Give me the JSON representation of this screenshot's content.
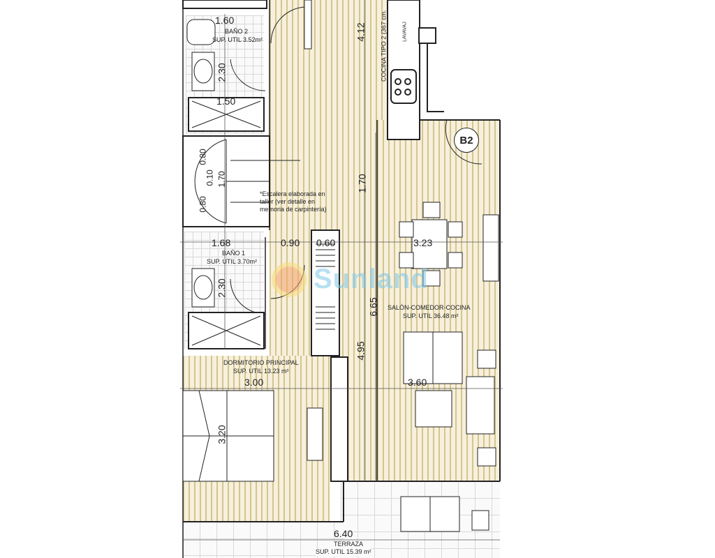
{
  "rooms": {
    "bano2": {
      "name": "BAÑO 2",
      "area": "SUP. UTIL 3.52m²"
    },
    "bano1": {
      "name": "BAÑO 1",
      "area": "SUP. UTIL 3.70m²"
    },
    "dormitorio": {
      "name": "DORMITORIO PRINCIPAL",
      "area": "SUP. UTIL 13.23 m²"
    },
    "salon": {
      "name": "SALÓN-COMEDOR-COCINA",
      "area": "SUP. UTIL 36.48 m²"
    },
    "terraza": {
      "name": "TERRAZA",
      "area": "SUP. UTIL 15.39 m²"
    },
    "cocina": {
      "name": "COCINA TIPO 2 (367 cm."
    }
  },
  "dimensions": {
    "d160": "1.60",
    "d230a": "2.30",
    "d150": "1.50",
    "d080a": "0.80",
    "d010": "0.10",
    "d170s": "1.70",
    "d080b": "0.80",
    "d168": "1.68",
    "d090": "0.90",
    "d060": "0.60",
    "d230b": "2.30",
    "d412": "4.12",
    "d170": "1.70",
    "d323": "3.23",
    "d665": "6.65",
    "d495": "4.95",
    "d360": "3.60",
    "d300": "3.00",
    "d320": "3.20",
    "d640": "6.40"
  },
  "stair_note": [
    "*Escalera elaborada en",
    "taller (ver detalle en",
    "memoria de carpintería)"
  ],
  "unit_badge": "B2",
  "appliance_label": "LAVAVAJ",
  "watermark": "Sunland",
  "colors": {
    "wood": "#f6f0dc",
    "wood_line": "#d6c48f",
    "wall": "#222222",
    "watermark": "#7ec8e8"
  }
}
